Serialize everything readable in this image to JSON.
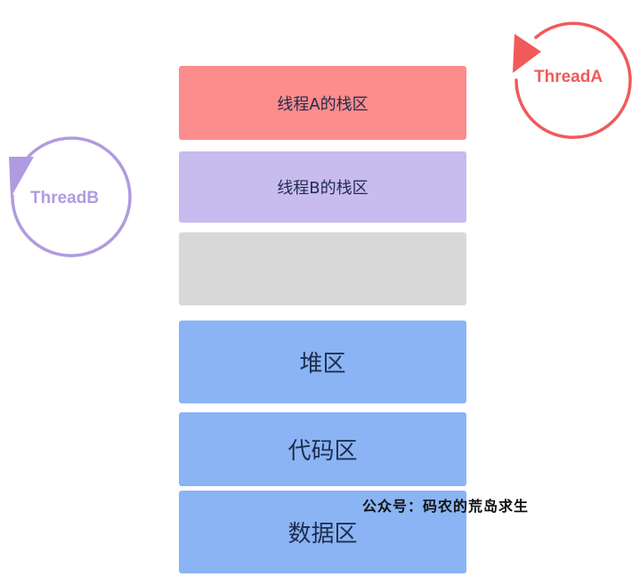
{
  "blocks": {
    "stack_a": "线程A的栈区",
    "stack_b": "线程B的栈区",
    "empty": "",
    "heap": "堆区",
    "code": "代码区",
    "data": "数据区"
  },
  "threads": {
    "a": "ThreadA",
    "b": "ThreadB"
  },
  "watermark": "公众号：码农的荒岛求生",
  "colors": {
    "stack_a": "#fd8c8c",
    "stack_b": "#c8bbee",
    "empty": "#d8d8d8",
    "memory": "#8ab4f4",
    "thread_a": "#f15a5a",
    "thread_b": "#b09be0",
    "text": "#1f2d4d"
  }
}
